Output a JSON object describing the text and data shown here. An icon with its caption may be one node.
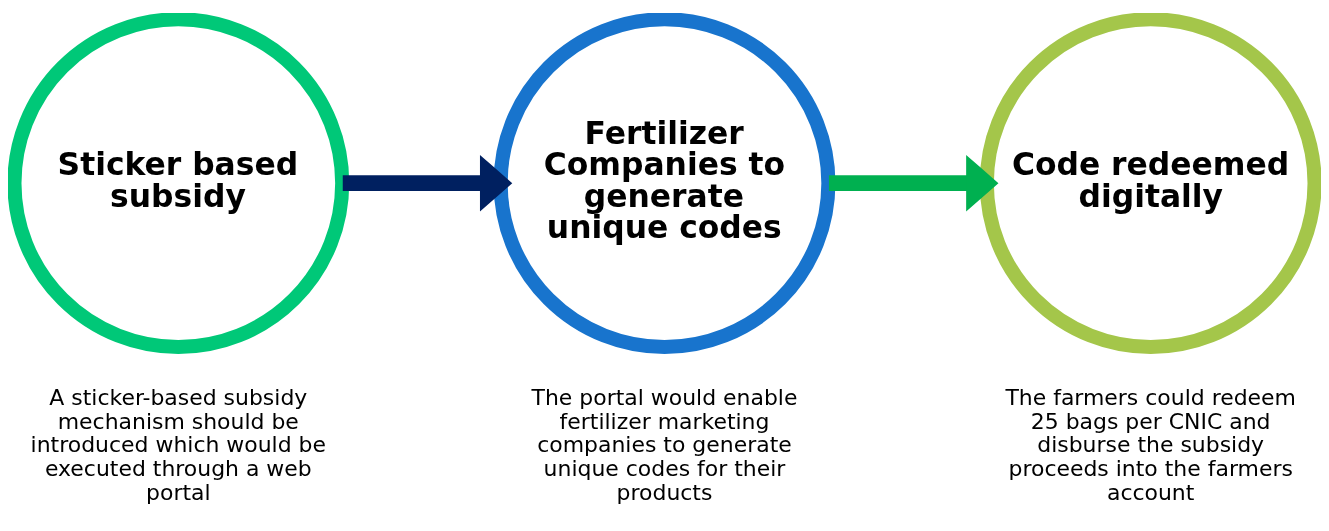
{
  "diagram": {
    "nodes": [
      {
        "text": [
          "Sticker based subsidy"
        ],
        "beside": [
          "A sticker-based subsidy mechanism should be introduced which would be executed through a web portal"
        ]
      },
      {
        "text": [
          "Fertilizer Companies to generate unique codes"
        ],
        "beside": [
          "The portal would enable fertilizer marketing companies to generate unique codes for their products"
        ]
      },
      {
        "text": [
          "Code redeemed digitally"
        ],
        "beside": [
          "The farmers could redeem 25 bags per CNIC and disburse the subsidy proceeds into the farmers account"
        ]
      }
    ],
    "edges": [
      {
        "from": 0,
        "to": 1,
        "arrow": "to",
        "color": "#002060"
      },
      {
        "from": 1,
        "to": 2,
        "arrow": "to",
        "color": "#00b050"
      }
    ]
  }
}
